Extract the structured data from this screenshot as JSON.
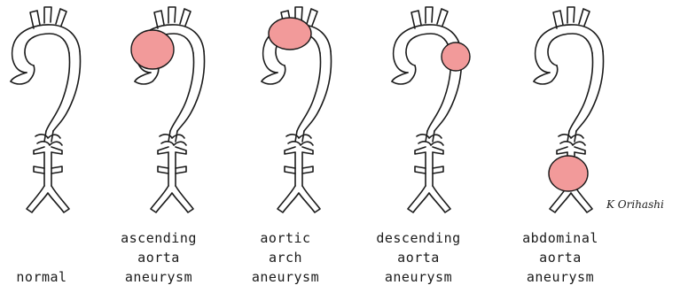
{
  "panels": [
    {
      "id": "normal",
      "lines": [
        "",
        "",
        "normal"
      ],
      "aneurysm": "none"
    },
    {
      "id": "ascending",
      "lines": [
        "ascending",
        "aorta",
        "aneurysm"
      ],
      "aneurysm": "ascending"
    },
    {
      "id": "arch",
      "lines": [
        "aortic",
        "arch",
        "aneurysm"
      ],
      "aneurysm": "arch"
    },
    {
      "id": "descending",
      "lines": [
        "descending",
        "aorta",
        "aneurysm"
      ],
      "aneurysm": "descending"
    },
    {
      "id": "abdominal",
      "lines": [
        "abdominal",
        "aorta",
        "aneurysm"
      ],
      "aneurysm": "abdominal"
    }
  ],
  "signature": "K Orihashi",
  "colors": {
    "outline": "#1a1a1a",
    "aneurysm_fill": "#f29a9a",
    "vessel_fill": "#ffffff"
  }
}
